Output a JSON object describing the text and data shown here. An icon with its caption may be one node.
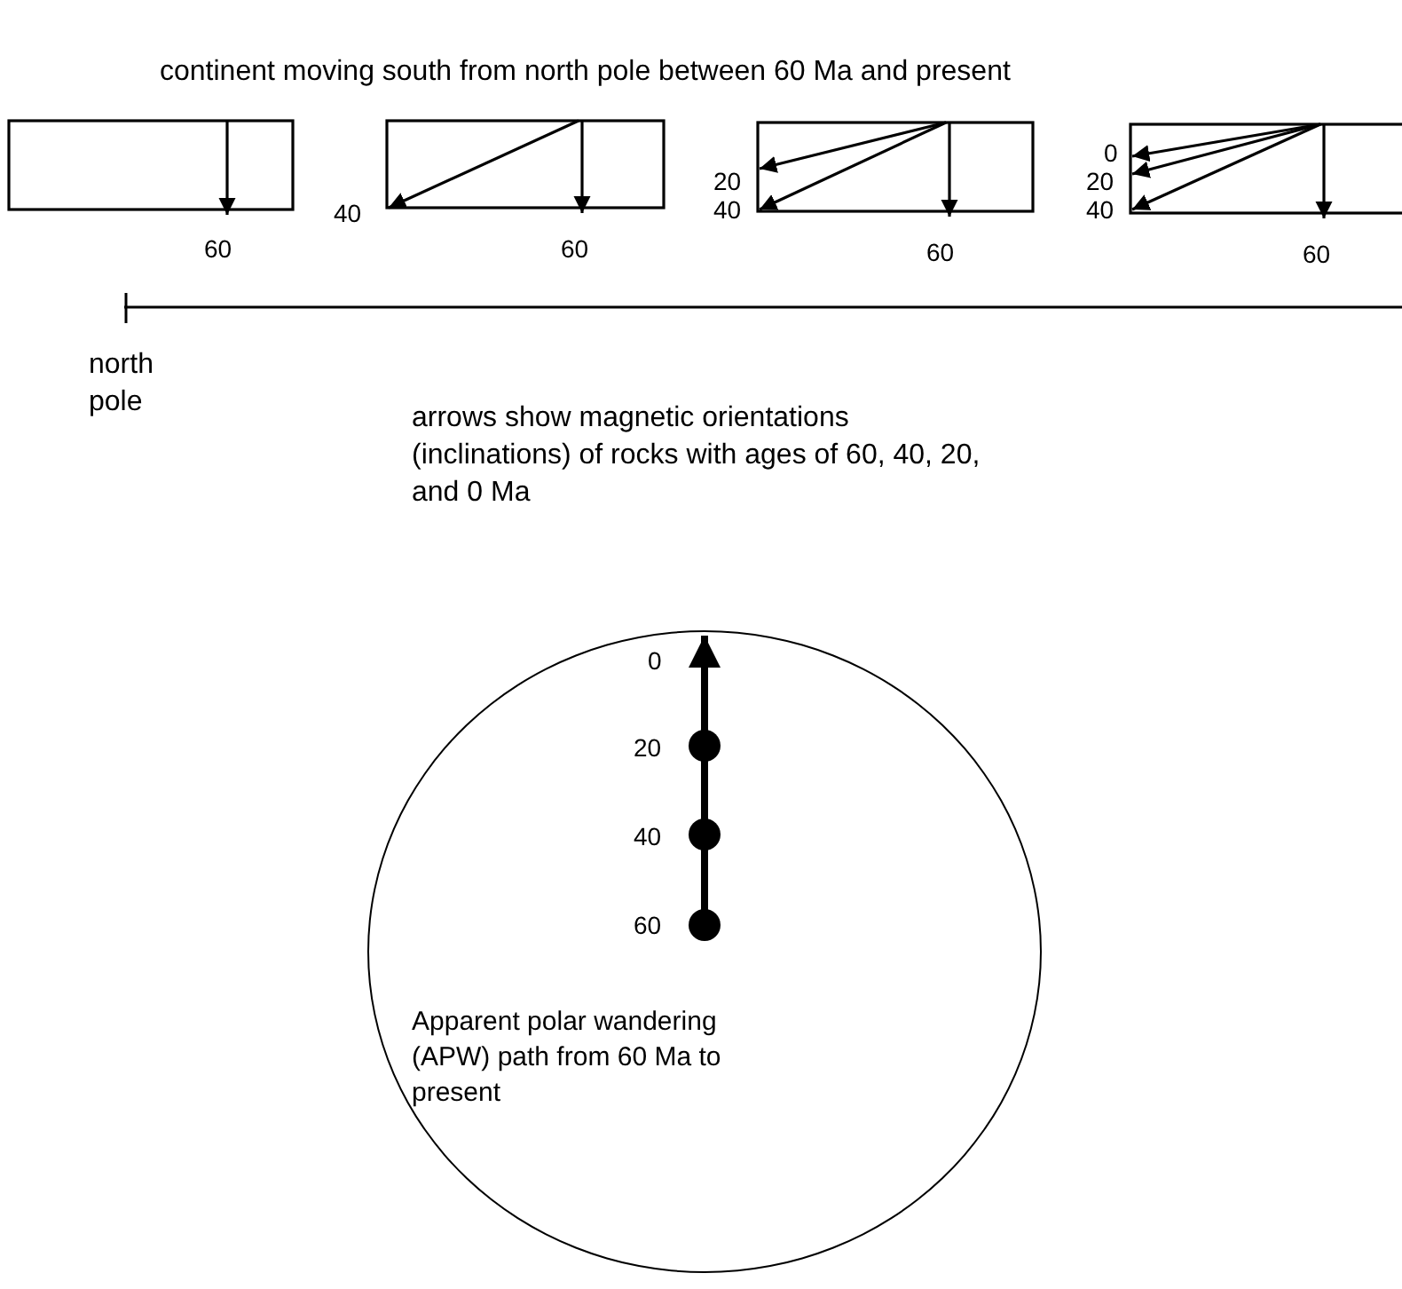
{
  "diagram": {
    "title": "continent moving south from north pole between 60 Ma and present",
    "nodes": [
      {
        "text": [
          "Apparent polar wandering (APW) path from 60 Ma to present"
        ]
      }
    ],
    "labels": [
      "60",
      "40",
      "60",
      "20",
      "40",
      "60",
      "0",
      "20",
      "40",
      "60",
      "north pole",
      "arrows show magnetic orientations (inclinations) of rocks with ages of 60, 40, 20, and 0 Ma",
      "0",
      "20",
      "40",
      "60"
    ]
  }
}
